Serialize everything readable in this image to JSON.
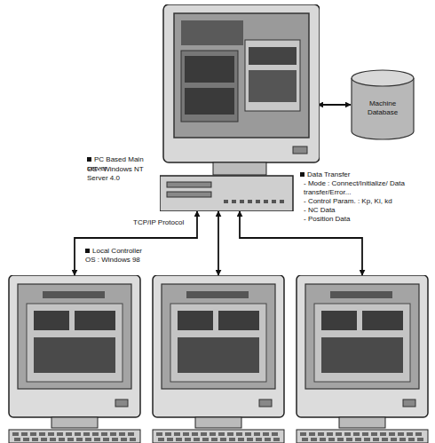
{
  "diagram": {
    "nodes": [
      {
        "text": [
          "PC Based Main server",
          "OS : Windows NT Server 4.0"
        ]
      },
      {
        "text": [
          "Machine Database"
        ]
      },
      {
        "text": [
          "Local Controller",
          "OS : Windows 98"
        ]
      },
      {
        "text": []
      },
      {
        "text": []
      }
    ],
    "edges": [
      {
        "from": 0,
        "to": 1,
        "arrow": "both"
      },
      {
        "from": 0,
        "to": 2,
        "arrow": "both"
      },
      {
        "from": 0,
        "to": 3,
        "arrow": "both"
      },
      {
        "from": 0,
        "to": 4,
        "arrow": "both"
      }
    ],
    "labels": [
      "Data Transfer",
      "- Mode : Connect/Initialize/ Data transfer/Error...",
      "- Control Param. : Kp, Ki, kd",
      "- NC Data",
      "- Position Data",
      "TCP/IP Protocol"
    ]
  }
}
